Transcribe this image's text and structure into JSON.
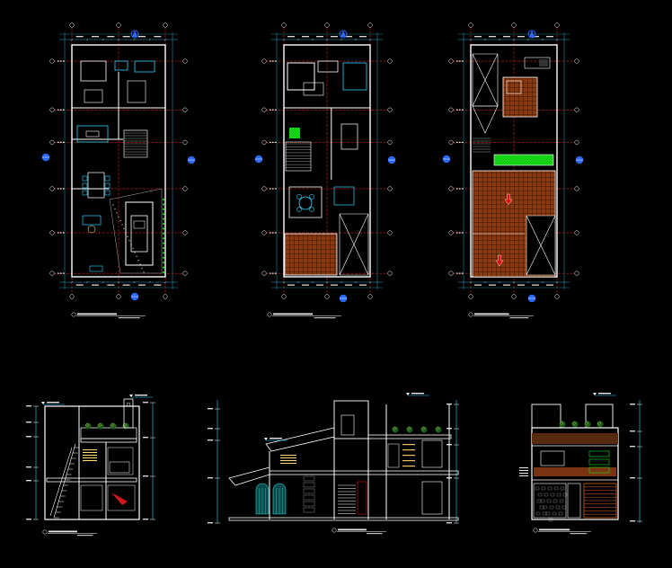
{
  "drawing": {
    "background": "#000000",
    "palette": {
      "wall": "#ffffff",
      "axis": "#ff2a2a",
      "dim": "#2ad4ff",
      "hatch": "#8a3a10",
      "green": "#18e018",
      "stair": "#c8c8c8",
      "marker": "#2a6aff",
      "note": "#ffe070"
    },
    "sheets": [
      {
        "id": "plan-1",
        "kind": "floor-plan",
        "title": "",
        "scale": ""
      },
      {
        "id": "plan-2",
        "kind": "floor-plan",
        "title": "",
        "scale": ""
      },
      {
        "id": "plan-roof",
        "kind": "roof-plan",
        "title": "",
        "scale": ""
      },
      {
        "id": "section-1",
        "kind": "section",
        "title": "",
        "scale": ""
      },
      {
        "id": "section-2",
        "kind": "section",
        "title": "",
        "scale": ""
      },
      {
        "id": "elevation",
        "kind": "elevation",
        "title": "",
        "scale": ""
      }
    ]
  }
}
